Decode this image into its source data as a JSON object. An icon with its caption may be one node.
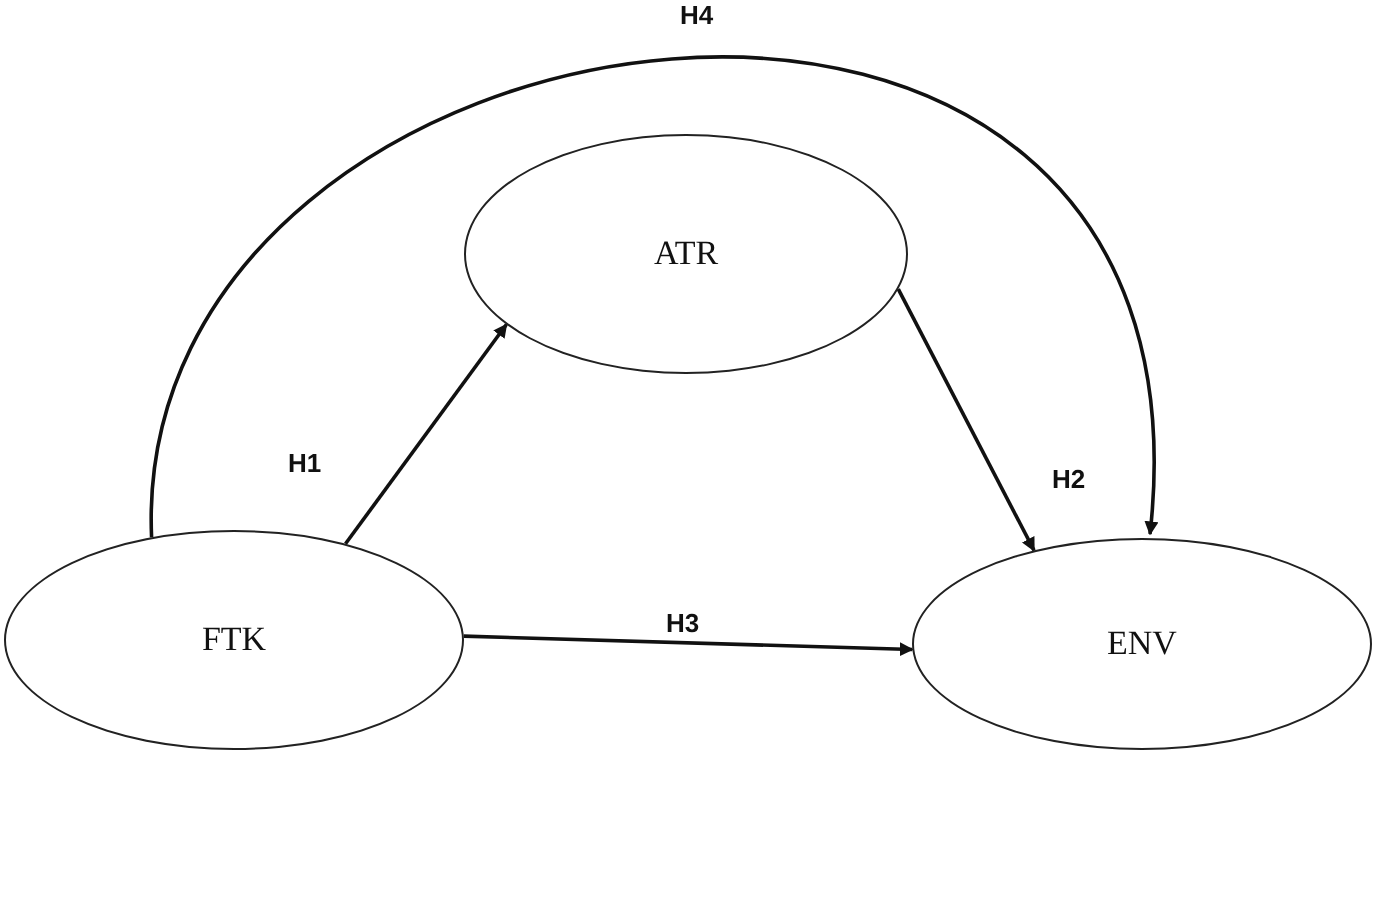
{
  "diagram": {
    "nodes": [
      {
        "text": [
          "ATR"
        ]
      },
      {
        "text": [
          "FTK"
        ]
      },
      {
        "text": [
          "ENV"
        ]
      }
    ],
    "edges": [
      {
        "from": 1,
        "to": 0,
        "arrow": "to",
        "label": "H1"
      },
      {
        "from": 0,
        "to": 2,
        "arrow": "to",
        "label": "H2"
      },
      {
        "from": 1,
        "to": 2,
        "arrow": "to",
        "label": "H3"
      },
      {
        "from": 1,
        "to": 2,
        "arrow": "to",
        "label": "H4"
      }
    ]
  }
}
